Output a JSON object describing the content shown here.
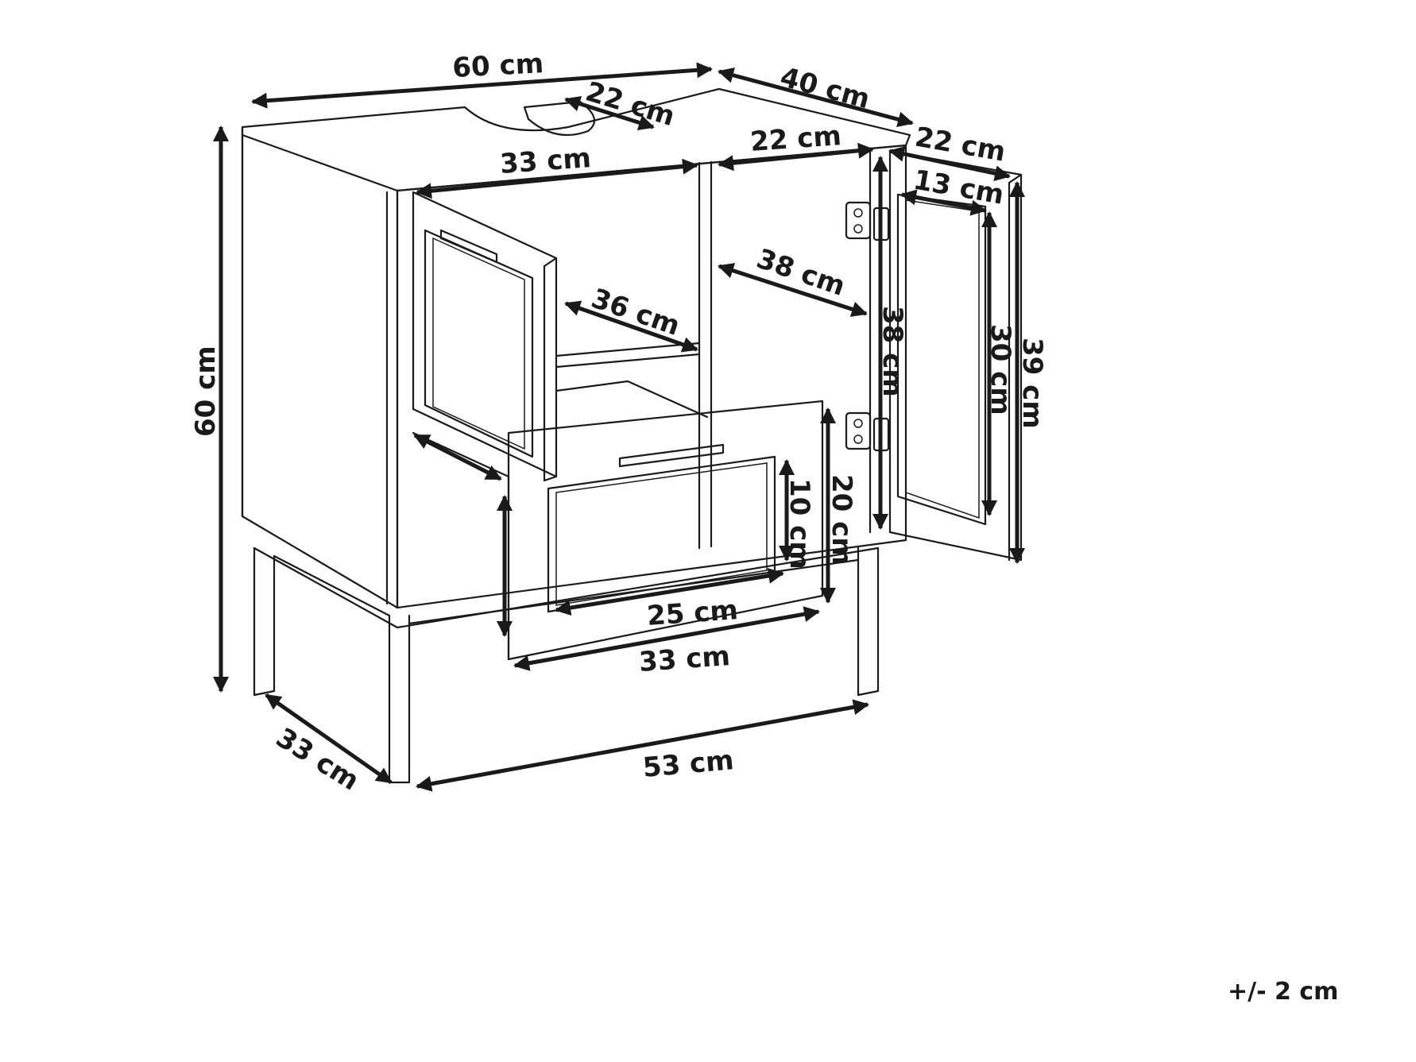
{
  "dimensions": {
    "top_width": "60 cm",
    "top_depth": "40 cm",
    "cutout_depth": "22 cm",
    "inner_left_width": "33 cm",
    "inner_right_width": "22 cm",
    "door_width": "22 cm",
    "door_inner_width": "13 cm",
    "shelf_depth": "36 cm",
    "right_inner_depth": "38 cm",
    "right_inner_height": "38 cm",
    "door_inner_height": "30 cm",
    "door_height": "39 cm",
    "total_height": "60 cm",
    "drawer_inner_height": "10 cm",
    "drawer_front_height": "20 cm",
    "drawer_inner_width": "25 cm",
    "drawer_width": "33 cm",
    "leg_depth": "33 cm",
    "leg_width": "53 cm"
  },
  "tolerance": "+/- 2 cm"
}
